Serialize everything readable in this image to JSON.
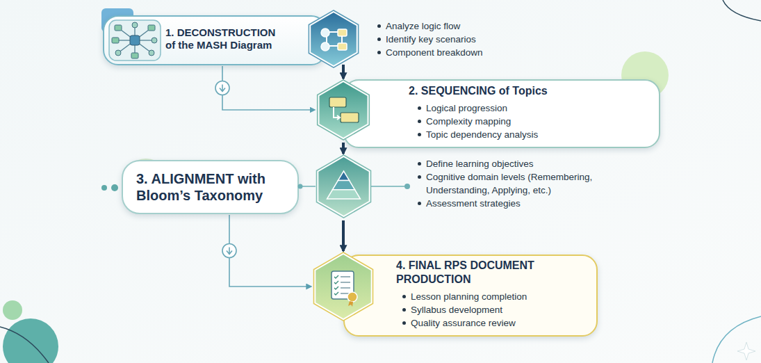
{
  "diagram": {
    "nodes": [
      {
        "text": [
          "1. DECONSTRUCTION of the MASH Diagram",
          "Analyze logic flow",
          "Identify key scenarios",
          "Component breakdown"
        ]
      },
      {
        "text": [
          "2. SEQUENCING of Topics",
          "Logical progression",
          "Complexity mapping",
          "Topic dependency analysis"
        ]
      },
      {
        "text": [
          "3. ALIGNMENT with Bloom’s Taxonomy",
          "Define learning objectives",
          "Cognitive domain levels (Remembering, Understanding, Applying, etc.)",
          "Assessment strategies"
        ]
      },
      {
        "text": [
          "4. FINAL RPS DOCUMENT PRODUCTION",
          "Lesson planning completion",
          "Syllabus development",
          "Quality assurance review"
        ]
      }
    ],
    "edges": [
      {
        "from": 0,
        "to": 1,
        "arrow": "to"
      },
      {
        "from": 0,
        "to": 1,
        "arrow": "to"
      },
      {
        "from": 1,
        "to": 2,
        "arrow": "to"
      },
      {
        "from": 2,
        "to": 3,
        "arrow": "to"
      },
      {
        "from": 2,
        "to": 3,
        "arrow": "to"
      }
    ]
  }
}
